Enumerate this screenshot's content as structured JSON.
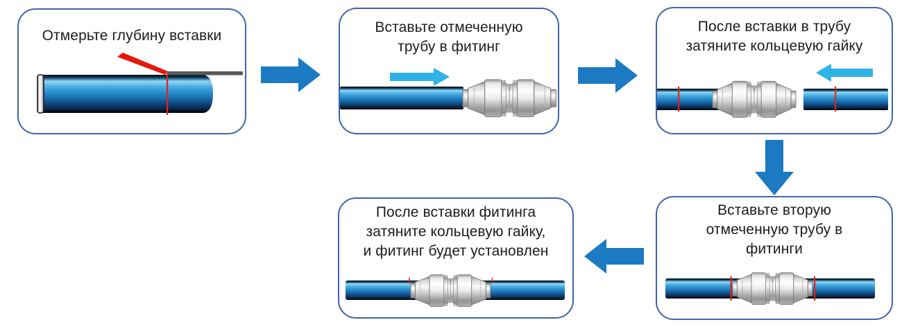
{
  "steps": [
    {
      "id": 1,
      "caption": "Отмерьте глубину вставки",
      "lines": [
        "Отмерьте глубину вставки"
      ],
      "illustration": "pipe-with-red-depth-mark-marker-pen-and-ruler"
    },
    {
      "id": 2,
      "caption": "Вставьте отмеченную трубу в фитинг",
      "lines": [
        "Вставьте отмеченную",
        "трубу в фитинг"
      ],
      "illustration": "marked-pipe-moving-right-into-fitting"
    },
    {
      "id": 3,
      "caption": "После вставки в трубу затяните кольцевую гайку",
      "lines": [
        "После вставки в трубу",
        "затяните кольцевую гайку"
      ],
      "illustration": "second-marked-pipe-moving-left-toward-fitting"
    },
    {
      "id": 4,
      "caption": "Вставьте вторую отмеченную трубу в фитинги",
      "lines": [
        "Вставьте вторую",
        "отмеченную трубу в",
        "фитинги"
      ],
      "illustration": "both-pipes-inserted-red-marks-at-fitting-edges"
    },
    {
      "id": 5,
      "caption": "После вставки фитинга затяните кольцевую гайку, и фитинг будет установлен",
      "lines": [
        "После вставки фитинга",
        "затяните кольцевую гайку,",
        "и фитинг будет установлен"
      ],
      "illustration": "completed-pipe-fitting-assembly"
    }
  ],
  "flow_arrows": [
    {
      "from_step": 1,
      "to_step": 2,
      "direction": "right"
    },
    {
      "from_step": 2,
      "to_step": 3,
      "direction": "right"
    },
    {
      "from_step": 3,
      "to_step": 4,
      "direction": "down"
    },
    {
      "from_step": 4,
      "to_step": 5,
      "direction": "left"
    }
  ],
  "colors": {
    "background": "#ffffff",
    "panel_border": "#3f63a8",
    "flow_arrow_blue": "#1b7ac1",
    "motion_arrow_cyan": "#2eb2e8",
    "pipe_blue": "#2589c9",
    "mark_red": "#e2231a",
    "ruler_gray": "#595959",
    "fitting_silver": "#e9e9e9",
    "text": "#1c1c1c"
  }
}
